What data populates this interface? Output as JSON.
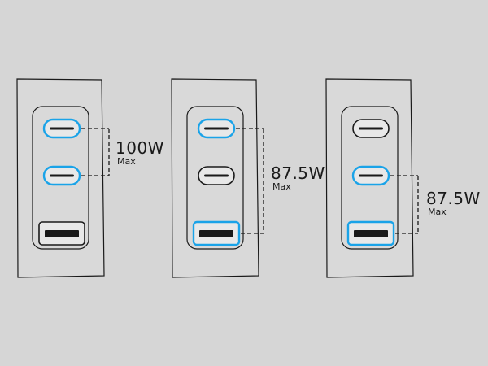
{
  "colors": {
    "background": "#d6d6d6",
    "panel": "#d9d9d9",
    "outline": "#1a1a1a",
    "active_port": "#1aa3e8"
  },
  "configs": [
    {
      "watt": "100W",
      "unit": "Max",
      "ports": [
        {
          "type": "usb-c",
          "active": true
        },
        {
          "type": "usb-c",
          "active": true
        },
        {
          "type": "usb-a",
          "active": false
        }
      ]
    },
    {
      "watt": "87.5W",
      "unit": "Max",
      "ports": [
        {
          "type": "usb-c",
          "active": true
        },
        {
          "type": "usb-c",
          "active": false
        },
        {
          "type": "usb-a",
          "active": true
        }
      ]
    },
    {
      "watt": "87.5W",
      "unit": "Max",
      "ports": [
        {
          "type": "usb-c",
          "active": false
        },
        {
          "type": "usb-c",
          "active": true
        },
        {
          "type": "usb-a",
          "active": true
        }
      ]
    }
  ]
}
